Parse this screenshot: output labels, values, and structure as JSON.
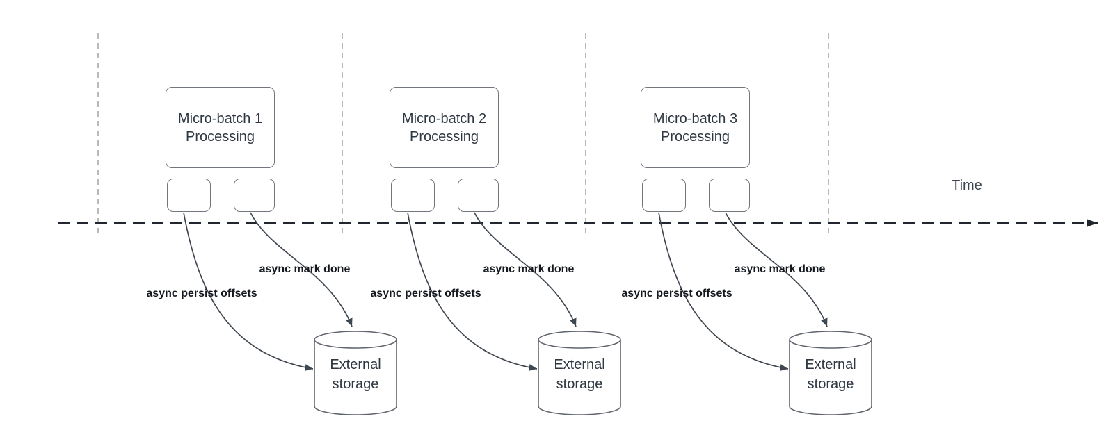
{
  "diagram": {
    "time_axis_label": "Time",
    "groups": [
      {
        "title_line1": "Micro-batch 1",
        "title_line2": "Processing",
        "persist_arrow_label": "async persist offsets",
        "mark_done_arrow_label": "async mark done",
        "storage_line1": "External",
        "storage_line2": "storage"
      },
      {
        "title_line1": "Micro-batch 2",
        "title_line2": "Processing",
        "persist_arrow_label": "async persist offsets",
        "mark_done_arrow_label": "async mark done",
        "storage_line1": "External",
        "storage_line2": "storage"
      },
      {
        "title_line1": "Micro-batch 3",
        "title_line2": "Processing",
        "persist_arrow_label": "async persist offsets",
        "mark_done_arrow_label": "async mark done",
        "storage_line1": "External",
        "storage_line2": "storage"
      }
    ],
    "colors": {
      "background": "#ffffff",
      "box_border": "#71757c",
      "box_text": "#2e3742",
      "bold_label_text": "#14181f",
      "timeline_stroke": "#22262e",
      "gridline_stroke": "#a8a8a8",
      "arrow_stroke": "#3f4751",
      "cylinder_stroke": "#60656d"
    }
  }
}
